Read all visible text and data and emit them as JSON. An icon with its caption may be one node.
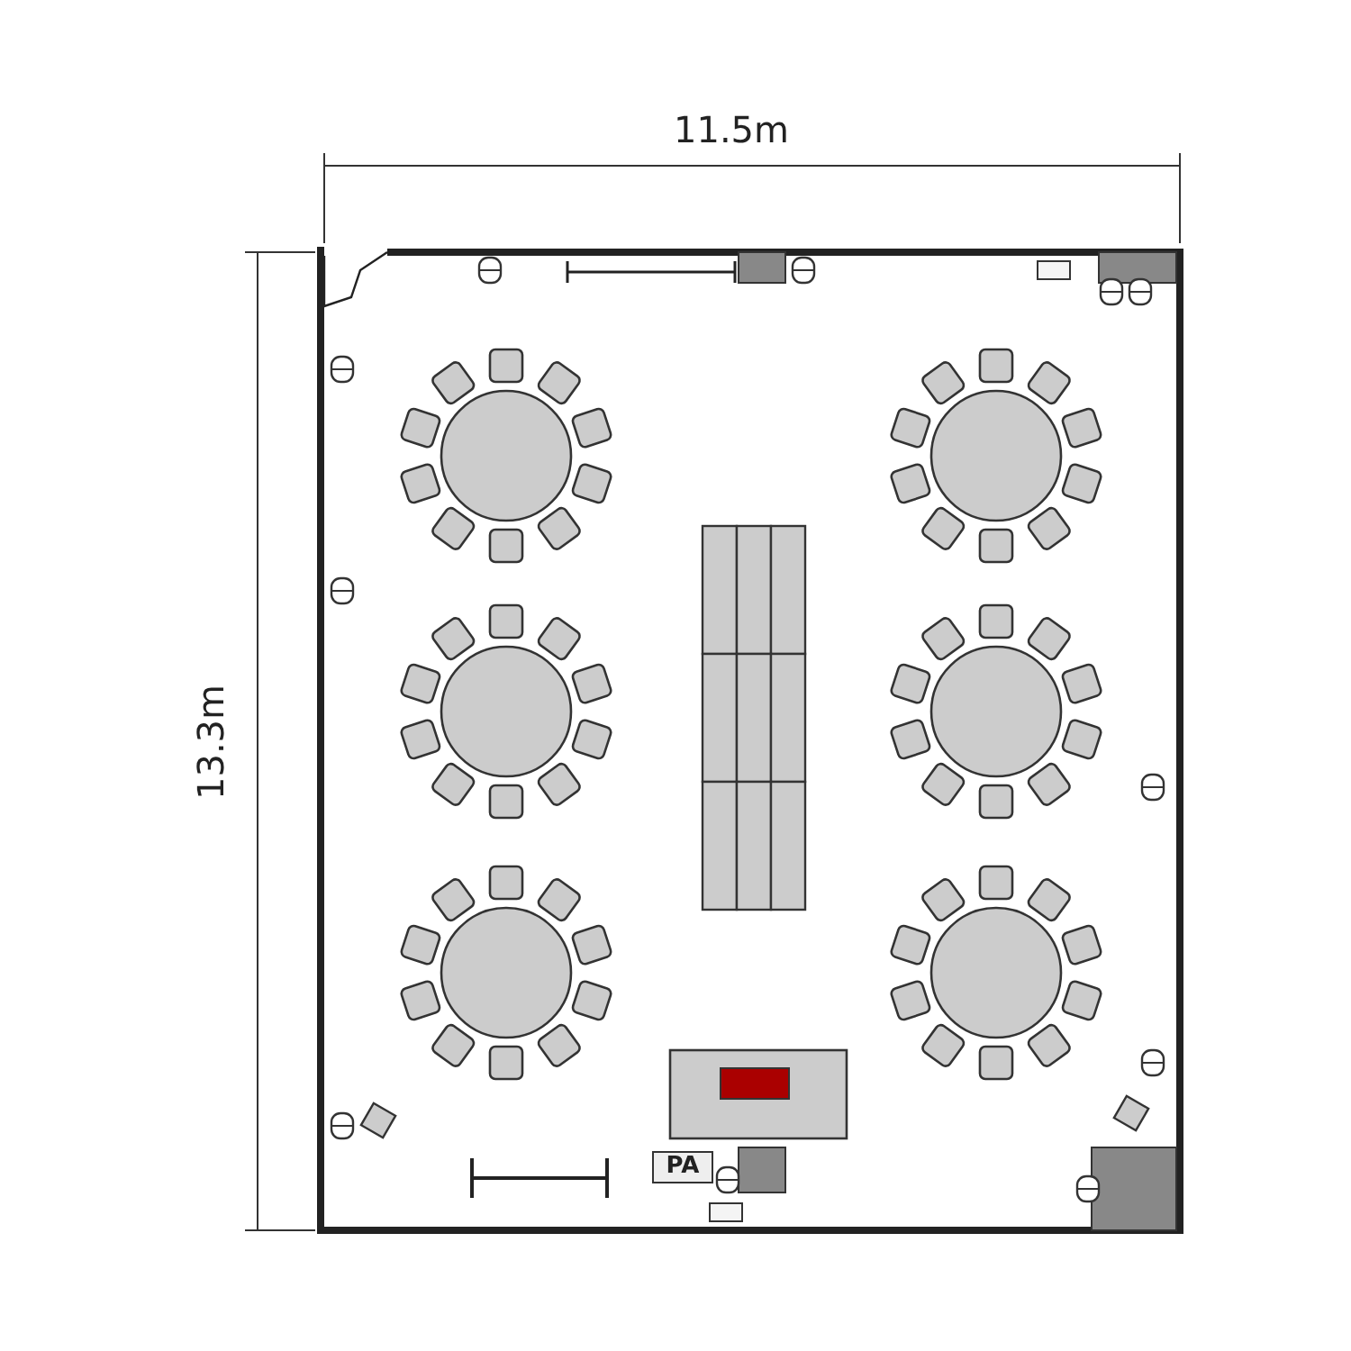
{
  "diagram": {
    "nodes": [
      {
        "text": [
          "PA"
        ]
      }
    ],
    "edges": [],
    "labels": [
      "11.5m",
      "13.3m"
    ]
  }
}
